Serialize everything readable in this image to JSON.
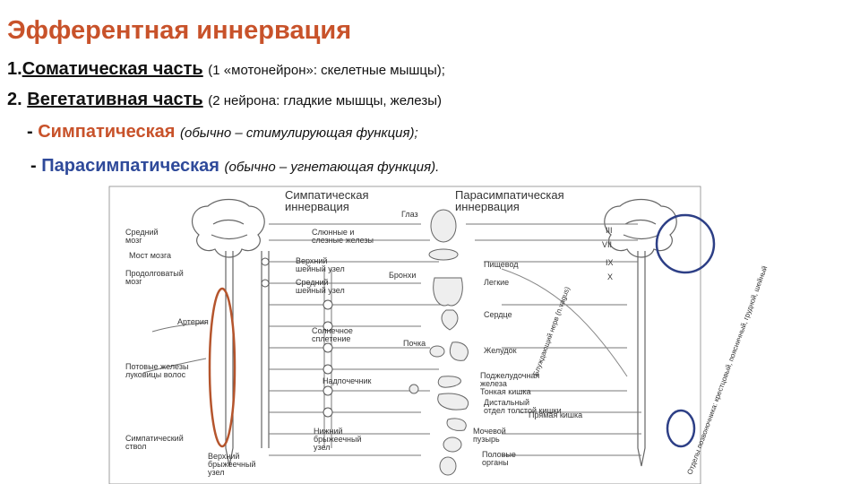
{
  "title": "Эфферентная иннервация",
  "items": [
    {
      "number": "1.",
      "heading": "Соматическая часть",
      "note": "(1 «мотонейрон»: скелетные мышцы);"
    },
    {
      "number": "2.",
      "heading": "Вегетативная часть",
      "note": "(2 нейрона: гладкие мышцы, железы)"
    }
  ],
  "subitems": [
    {
      "dash": "-",
      "heading": "Симпатическая",
      "note": "(обычно – стимулирующая функция);"
    },
    {
      "dash": "-",
      "heading": "Парасимпатическая",
      "note": "(обычно – угнетающая функция)."
    }
  ],
  "diagram": {
    "header_left": [
      "Симпатическая",
      "иннервация"
    ],
    "header_right": [
      "Парасимпатическая",
      "иннервация"
    ],
    "left_labels": [
      [
        "Средний",
        "мозг"
      ],
      [
        "Мост мозга"
      ],
      [
        "Продолговатый",
        "мозг"
      ],
      [
        "Артерия"
      ],
      [
        "Потовые железы",
        "луковицы волос"
      ],
      [
        "Симпатический",
        "ствол"
      ]
    ],
    "center_labels": [
      [
        "Верхний",
        "шейный узел"
      ],
      [
        "Средний",
        "шейный узел"
      ],
      [
        "Солнечное",
        "сплетение"
      ],
      [
        "Надпочечник"
      ],
      [
        "Нижний",
        "брыжеечный",
        "узел"
      ],
      [
        "Верхний",
        "брыжеечный",
        "узел"
      ]
    ],
    "organ_labels": [
      [
        "Глаз"
      ],
      [
        "Слюнные и",
        "слезные железы"
      ],
      [
        "Бронхи"
      ],
      [
        "Пищевод"
      ],
      [
        "Легкие"
      ],
      [
        "Сердце"
      ],
      [
        "Почка"
      ],
      [
        "Желудок"
      ],
      [
        "Поджелудочная",
        "железа"
      ],
      [
        "Тонкая кишка"
      ],
      [
        "Дистальный",
        "отдел толстой кишки"
      ],
      [
        "Прямая кишка"
      ],
      [
        "Мочевой",
        "пузырь"
      ],
      [
        "Половые",
        "органы"
      ]
    ],
    "roman_labels": [
      "III",
      "VII",
      "IX",
      "X"
    ],
    "vertical_labels": [
      "Блуждающий нерв (n.vagus)",
      "Отделы позвоночника: крестцовый, поясничный, грудной, шейный"
    ],
    "colors": {
      "orange_circle": "#b5552d",
      "blue_circle": "#2d3f86",
      "lines": "#666666"
    }
  }
}
